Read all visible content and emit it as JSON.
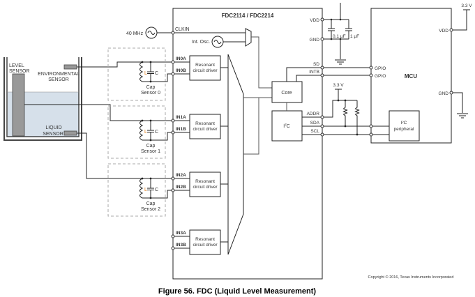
{
  "chip_title": "FDC2114 / FDC2214",
  "clock": {
    "ext_label": "40 MHz",
    "clkin": "CLKIN",
    "int_osc": "Int. Osc."
  },
  "channels": [
    {
      "pin_a": "IN0A",
      "pin_b": "IN0B",
      "driver": [
        "Resonant",
        "circuit driver"
      ],
      "sensor": [
        "Cap",
        "Sensor 0"
      ]
    },
    {
      "pin_a": "IN1A",
      "pin_b": "IN1B",
      "driver": [
        "Resonant",
        "circuit driver"
      ],
      "sensor": [
        "Cap",
        "Sensor 1"
      ]
    },
    {
      "pin_a": "IN2A",
      "pin_b": "IN2B",
      "driver": [
        "Resonant",
        "circuit driver"
      ],
      "sensor": [
        "Cap",
        "Sensor 2"
      ]
    },
    {
      "pin_a": "IN3A",
      "pin_b": "IN3B",
      "driver": [
        "Resonant",
        "circuit driver"
      ]
    }
  ],
  "lc": {
    "l": "L",
    "c": "C"
  },
  "core": "Core",
  "i2c": {
    "i": "I",
    "sup": "2",
    "c": "C"
  },
  "pins": {
    "vdd": "VDD",
    "gnd": "GND",
    "sd": "SD",
    "intb": "INTB",
    "addr": "ADDR",
    "sda": "SDA",
    "scl": "SCL"
  },
  "caps": {
    "c1": "0.1 µF",
    "c2": "1 µF"
  },
  "pullup_supply": "3.3 V",
  "mcu": {
    "title": "MCU",
    "gpio1": "GPIO",
    "gpio2": "GPIO",
    "vdd": "VDD",
    "gnd": "GND",
    "supply": "3.3 V",
    "periph": [
      "I²C",
      "peripheral"
    ]
  },
  "tank": {
    "level": [
      "LEVEL",
      "SENSOR"
    ],
    "env": [
      "ENVIRONMENTAL",
      "SENSOR"
    ],
    "liquid": [
      "LIQUID",
      "SENSOR"
    ]
  },
  "copyright": "Copyright © 2016, Texas Instruments Incorporated",
  "caption": "Figure 56.  FDC (Liquid Level Measurement)",
  "colors": {
    "accent": "#e07a10",
    "liquid": "#d6e0ea"
  }
}
